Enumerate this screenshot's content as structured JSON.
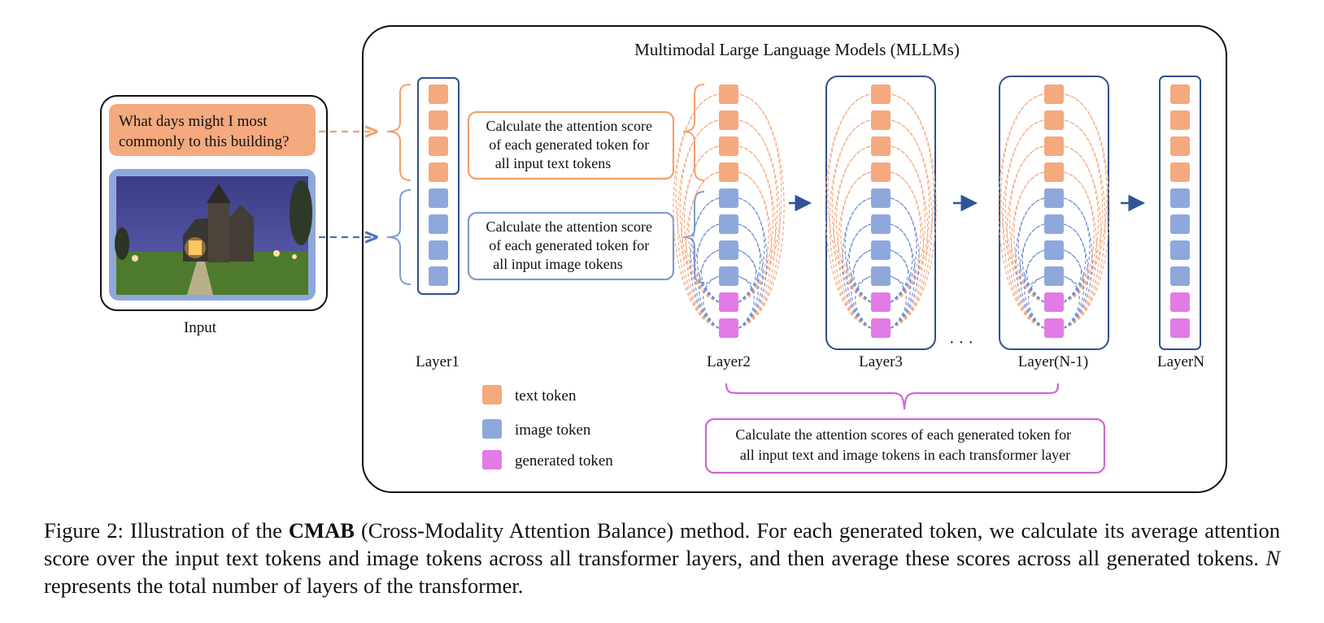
{
  "diagram": {
    "title": "Multimodal Large Language Models (MLLMs)",
    "input": {
      "question_lines": [
        "What days might I most",
        "commonly to this building?"
      ],
      "label": "Input"
    },
    "callouts": {
      "text_lines": [
        "Calculate the attention score",
        "of each generated token for",
        "all input text tokens"
      ],
      "image_lines": [
        "Calculate the attention score",
        "of each generated token for",
        "all input image tokens"
      ],
      "layers_lines": [
        "Calculate the attention scores of each generated token for",
        "all input text and image tokens in each transformer layer"
      ]
    },
    "layers": {
      "layer1": "Layer1",
      "layer2": "Layer2",
      "layer3": "Layer3",
      "ellipsis": "· · ·",
      "layer_n_minus_1": "Layer(N-1)",
      "layer_n": "LayerN"
    },
    "legend": [
      {
        "label": "text token",
        "color": "#f4a97f"
      },
      {
        "label": "image token",
        "color": "#8fa8dc"
      },
      {
        "label": "generated token",
        "color": "#e27be6"
      }
    ],
    "colors": {
      "text_token": "#f4a97f",
      "image_token": "#8fa8dc",
      "generated_token": "#e27be6",
      "layer_border": "#2f4f8f",
      "text_callout_border": "#f0a06e",
      "image_callout_border": "#7f9bd0",
      "layers_callout_border": "#d066d8",
      "arrow": "#2f5597"
    }
  },
  "caption": {
    "prefix": "Figure 2: Illustration of the ",
    "bold": "CMAB",
    "mid": " (Cross-Modality Attention Balance) method. For each generated token, we calculate its average attention score over the input text tokens and image tokens across all transformer layers, and then average these scores across all generated tokens. ",
    "italic": "N",
    "suffix": " represents the total number of layers of the transformer."
  }
}
